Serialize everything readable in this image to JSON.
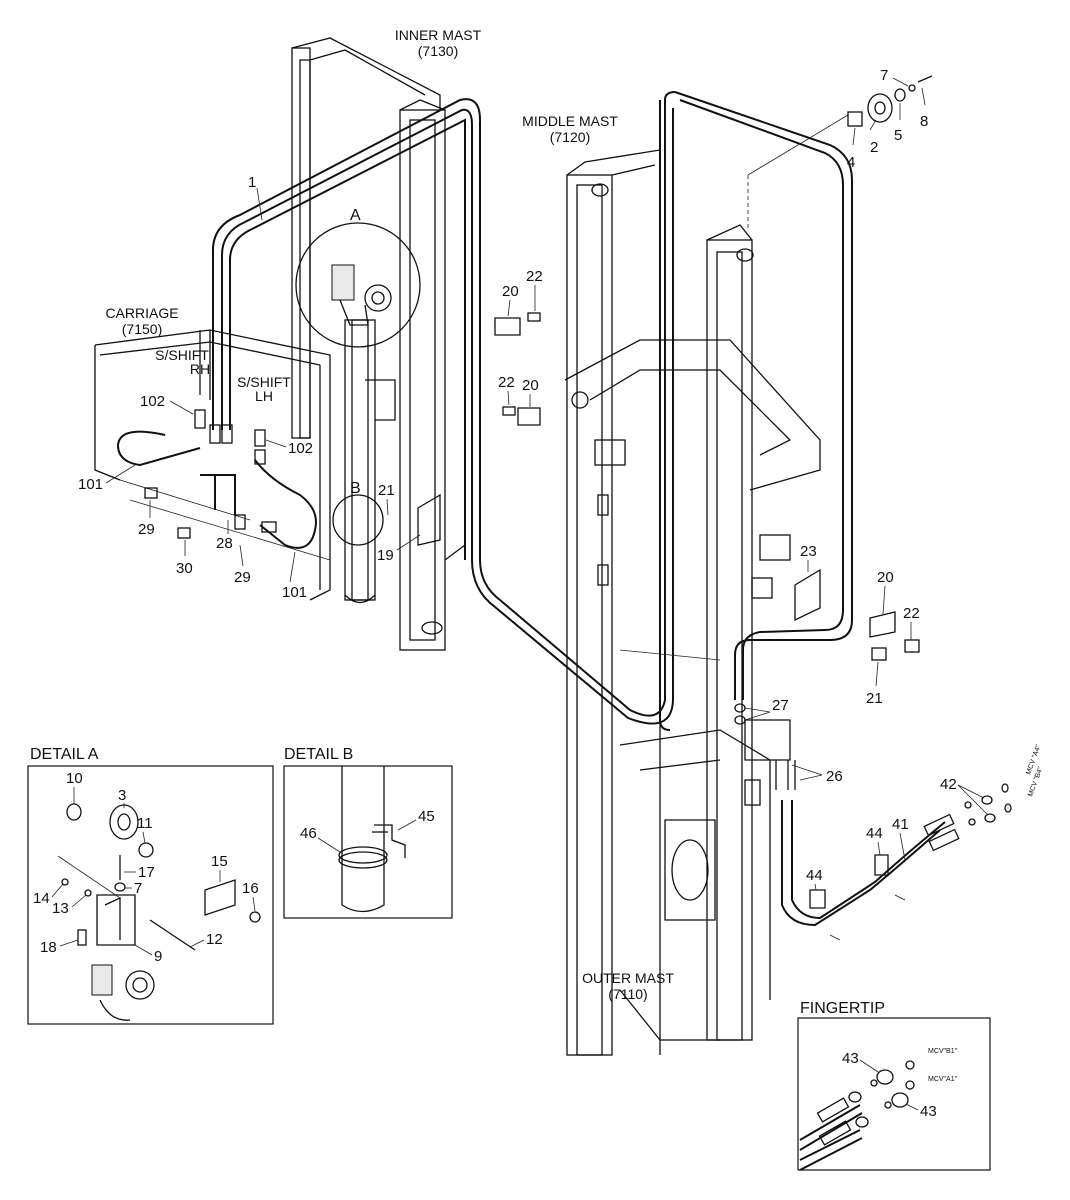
{
  "masts": {
    "inner": {
      "name": "INNER MAST",
      "code": "(7130)"
    },
    "middle": {
      "name": "MIDDLE MAST",
      "code": "(7120)"
    },
    "outer": {
      "name": "OUTER MAST",
      "code": "(7110)"
    },
    "carriage": {
      "name": "CARRIAGE",
      "code": "(7150)"
    }
  },
  "side_shift": {
    "rh_line1": "S/SHIFT",
    "rh_line2": "RH",
    "lh_line1": "S/SHIFT",
    "lh_line2": "LH"
  },
  "circles": {
    "a": "A",
    "b": "B"
  },
  "details": {
    "a_title": "DETAIL A",
    "b_title": "DETAIL B",
    "fingertip_title": "FINGERTIP"
  },
  "mcv": {
    "a4": "MCV \"A4\"",
    "b4": "MCV \"B4\"",
    "b1": "MCV\"B1\"",
    "a1": "MCV\"A1\""
  },
  "callouts": {
    "n1": "1",
    "n2": "2",
    "n4": "4",
    "n5": "5",
    "n7": "7",
    "n8": "8",
    "n20a": "20",
    "n22a": "22",
    "n22b": "22",
    "n20b": "20",
    "n102a": "102",
    "n102b": "102",
    "n101a": "101",
    "n101b": "101",
    "n21a": "21",
    "n19": "19",
    "n29a": "29",
    "n29b": "29",
    "n30": "30",
    "n28": "28",
    "n23": "23",
    "n20c": "20",
    "n22c": "22",
    "n21b": "21",
    "n27": "27",
    "n26": "26",
    "n42": "42",
    "n44a": "44",
    "n44b": "44",
    "n41": "41",
    "d10": "10",
    "d3": "3",
    "d11": "11",
    "d17": "17",
    "d7": "7",
    "d14": "14",
    "d13": "13",
    "d15": "15",
    "d16": "16",
    "d12": "12",
    "d18": "18",
    "d9": "9",
    "d46": "46",
    "d45": "45",
    "f43a": "43",
    "f43b": "43"
  }
}
